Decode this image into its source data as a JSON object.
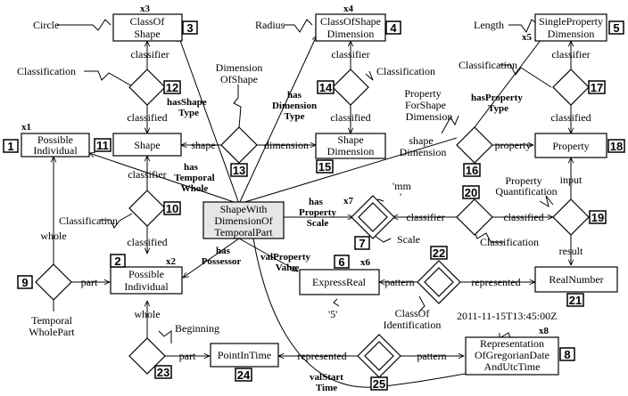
{
  "entities": {
    "e1": {
      "line1": "Possible",
      "line2": "Individual",
      "number": "1",
      "tag": "x1"
    },
    "e2": {
      "line1": "Possible",
      "line2": "Individual",
      "number": "2",
      "tag": "x2"
    },
    "e3": {
      "line1": "ClassOf",
      "line2": "Shape",
      "number": "3",
      "tag": "x3"
    },
    "e4": {
      "line1": "ClassOfShape",
      "line2": "Dimension",
      "number": "4",
      "tag": "x4"
    },
    "e5": {
      "line1": "SingleProperty",
      "line2": "Dimension",
      "number": "5",
      "tag": "x5"
    },
    "e6": {
      "line1": "ExpressReal",
      "number": "6",
      "tag": "x6"
    },
    "e8": {
      "line1": "Representation",
      "line2": "OfGregorianDate",
      "line3": "AndUtcTime",
      "number": "8",
      "tag": "x8"
    },
    "e11": {
      "line1": "Shape",
      "number": "11"
    },
    "e15": {
      "line1": "Shape",
      "line2": "Dimension",
      "number": "15"
    },
    "e18": {
      "line1": "Property",
      "number": "18"
    },
    "e21": {
      "line1": "RealNumber",
      "number": "21"
    },
    "e24": {
      "line1": "PointInTime",
      "number": "24"
    },
    "center": {
      "line1": "ShapeWith",
      "line2": "DimensionOf",
      "line3": "TemporalPart"
    }
  },
  "relations": {
    "r7": "7",
    "r9": "9",
    "r10": "10",
    "r12": "12",
    "r13": "13",
    "r14": "14",
    "r16": "16",
    "r17": "17",
    "r19": "19",
    "r20": "20",
    "r22": "22",
    "r23": "23",
    "r25": "25"
  },
  "labels": {
    "circle": "Circle",
    "radius": "Radius",
    "length": "Length",
    "classification_12": "Classification",
    "classification_14": "Classification",
    "classification_17": "Classification",
    "classification_10": "Classification",
    "classification_20": "Classification",
    "classifier_12": "classifier",
    "classifier_14": "classifier",
    "classifier_17": "classifier",
    "classifier_10": "classifier",
    "classifier_7": "classifier",
    "classified_12": "classified",
    "classified_14": "classified",
    "classified_17": "classified",
    "classified_10": "classified",
    "classified_20": "classified",
    "dimension_of_shape_1": "Dimension",
    "dimension_of_shape_2": "OfShape",
    "shape": "shape",
    "dimension": "dimension",
    "has_shape_type_1": "hasShape",
    "has_shape_type_2": "Type",
    "has_dimension_type_1": "has",
    "has_dimension_type_2": "Dimension",
    "has_dimension_type_3": "Type",
    "property_for_shape_1": "Property",
    "property_for_shape_2": "ForShape",
    "property_for_shape_3": "Dimension",
    "has_property_type_1": "hasProperty",
    "has_property_type_2": "Type",
    "shape_dimension_1": "shape",
    "shape_dimension_2": "Dimension",
    "property": "property",
    "has_temporal_whole_1": "has",
    "has_temporal_whole_2": "Temporal",
    "has_temporal_whole_3": "Whole",
    "has_property_scale_1": "has",
    "has_property_scale_2": "Property",
    "has_property_scale_3": "Scale",
    "mm": "'mm",
    "mm2": "'",
    "scale": "Scale",
    "property_quantification_1": "Property",
    "property_quantification_2": "Quantification",
    "input": "input",
    "result": "result",
    "whole_9": "whole",
    "part_9": "part",
    "temporal_whole_part_1": "Temporal",
    "temporal_whole_part_2": "WholePart",
    "has_possessor_1": "has",
    "has_possessor_2": "Possessor",
    "val_property_value_1": "valProperty",
    "val_property_value_2": "Value",
    "pattern_22": "pattern",
    "represented_22": "represented",
    "five": "'5'",
    "class_of_identification_1": "ClassOf",
    "class_of_identification_2": "Identification",
    "timestamp": "2011-11-15T13:45:00Z",
    "whole_23": "whole",
    "beginning": "Beginning",
    "part_23": "part",
    "represented_25": "represented",
    "pattern_25": "pattern",
    "val_start_time_1": "valStart",
    "val_start_time_2": "Time",
    "x7": "x7"
  }
}
